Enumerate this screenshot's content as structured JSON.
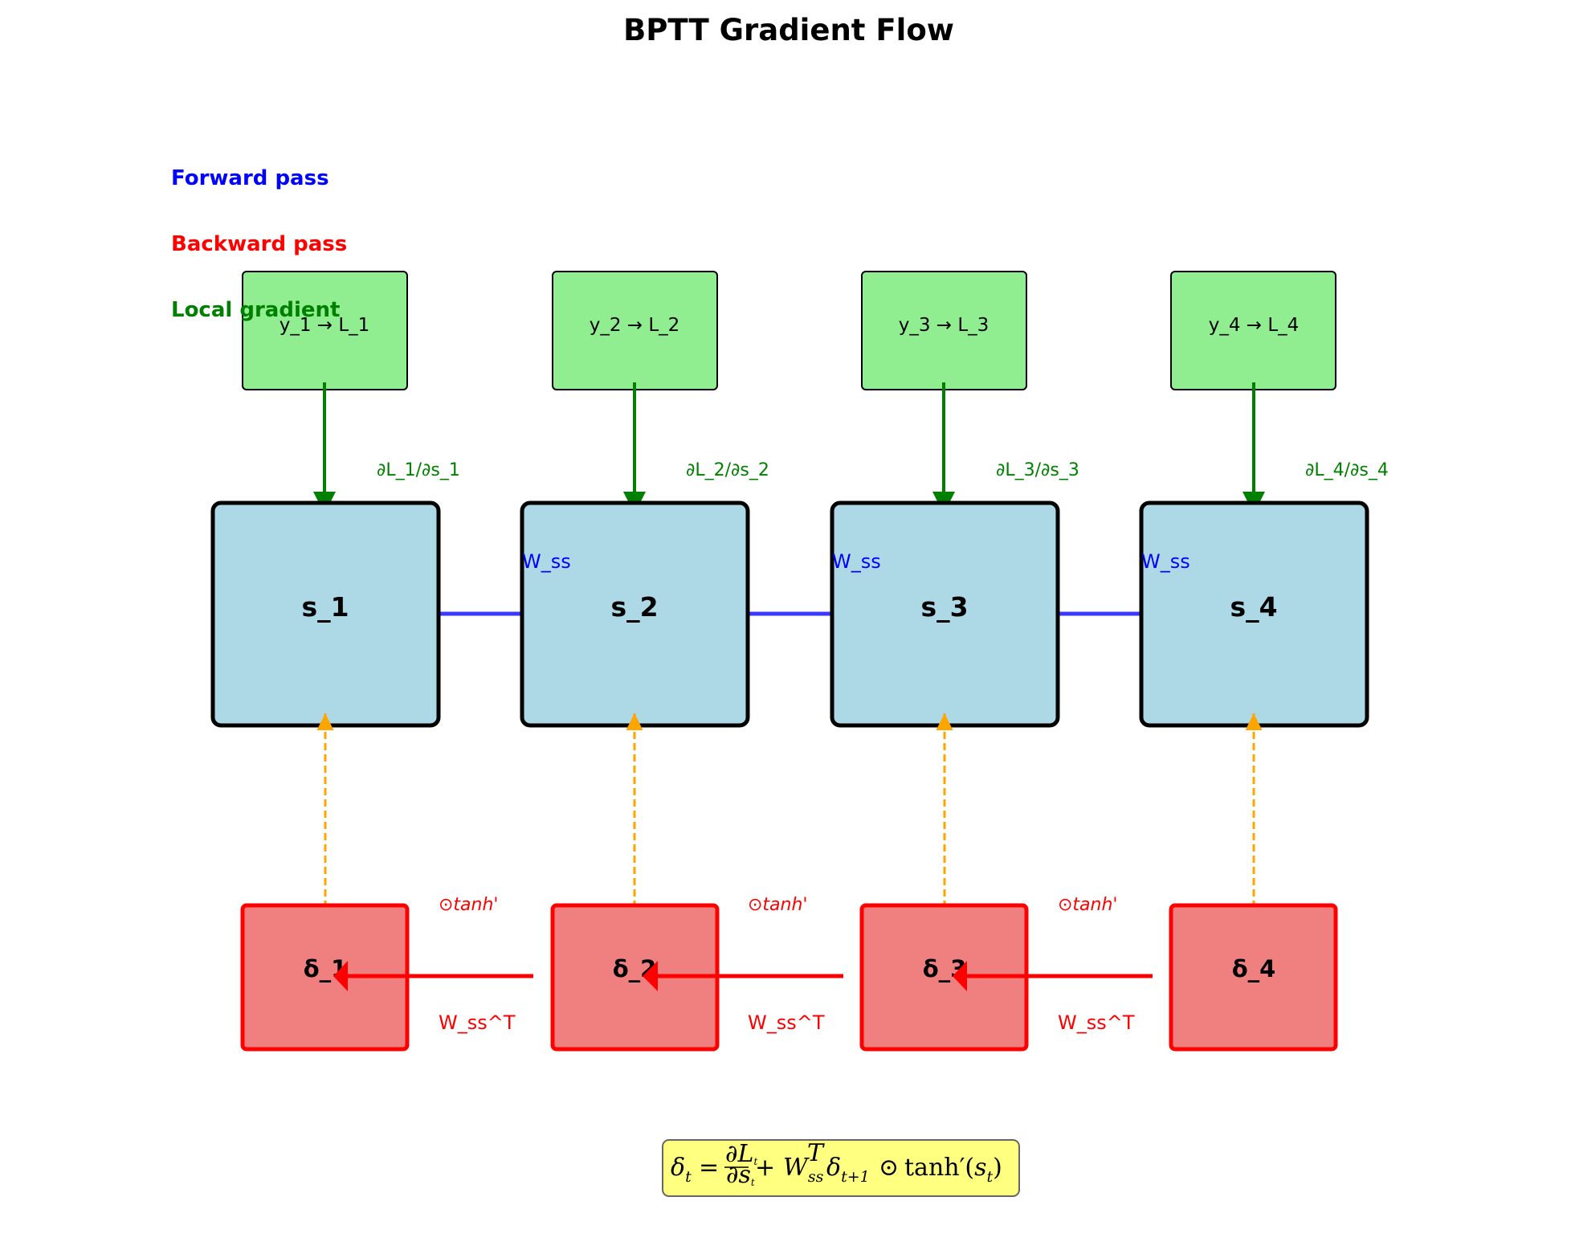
{
  "title": "BPTT Gradient Flow",
  "legend": [
    {
      "label": "Forward pass",
      "color": "#0000ff"
    },
    {
      "label": "Backward pass",
      "color": "#ff0000"
    },
    {
      "label": "Local gradient",
      "color": "#008000"
    }
  ],
  "outputs": [
    "y_1 → L_1",
    "y_2 → L_2",
    "y_3 → L_3",
    "y_4 → L_4"
  ],
  "states": [
    "s_1",
    "s_2",
    "s_3",
    "s_4"
  ],
  "deltas": [
    "δ_1",
    "δ_2",
    "δ_3",
    "δ_4"
  ],
  "local_gradient_labels": [
    "∂L_1/∂s_1",
    "∂L_2/∂s_2",
    "∂L_3/∂s_3",
    "∂L_4/∂s_4"
  ],
  "forward_edge_label": "W_ss",
  "backward_edge_label": "W_ss^T",
  "tanh_label": "⊙tanh'",
  "formula": {
    "delta": "δ",
    "t": "t",
    "eq": "=",
    "dL": "∂L",
    "ds": "∂s",
    "plus": "+",
    "W": "W",
    "ss": "ss",
    "T": "T",
    "t1": "t+1",
    "odot": "⊙",
    "tanh": "tanh",
    "prime": "′",
    "s": "s",
    "lp": "(",
    "rp": ")"
  },
  "colors": {
    "state_fill": "#add8e6",
    "output_fill": "#90ee90",
    "delta_fill": "#f08080",
    "forward": "#3a3aff",
    "backward": "#ff0000",
    "local": "#008000",
    "tanh_arrow": "#ffa500",
    "formula_fill": "#ffff80"
  }
}
